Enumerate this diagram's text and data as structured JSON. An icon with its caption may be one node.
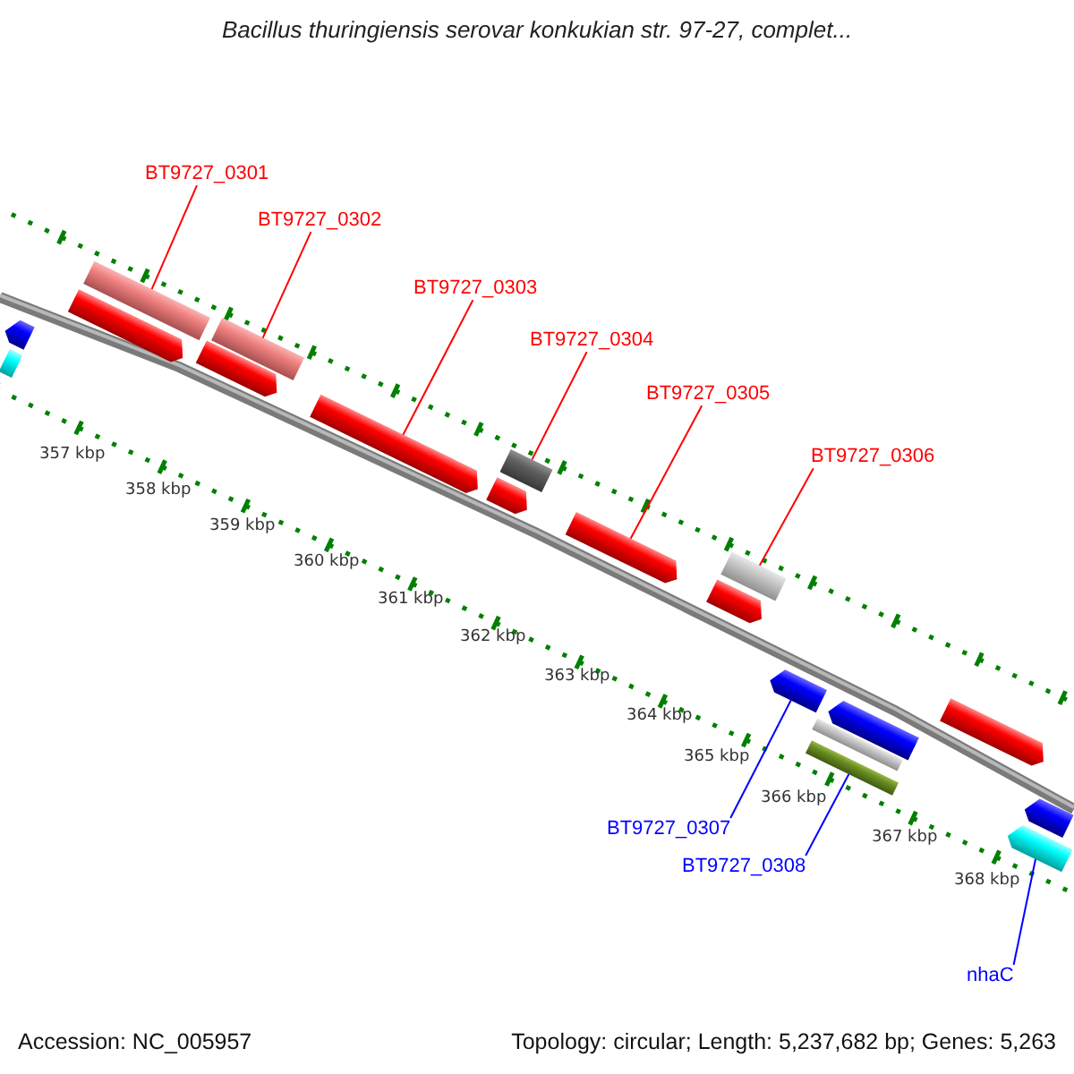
{
  "diagram": {
    "title": "Bacillus thuringiensis serovar konkukian str. 97-27, complet...",
    "nodes": [
      {
        "text": [
          "BT9727_0301"
        ]
      },
      {
        "text": [],
        "shape": "bar"
      },
      {
        "text": [
          "BT9727_0302"
        ]
      },
      {
        "text": [],
        "shape": "bar"
      },
      {
        "text": [
          "BT9727_0303"
        ]
      },
      {
        "text": [],
        "shape": "bar"
      },
      {
        "text": [
          "BT9727_0304"
        ]
      },
      {
        "text": [],
        "shape": "bar"
      },
      {
        "text": [
          "BT9727_0305"
        ]
      },
      {
        "text": [],
        "shape": "bar"
      },
      {
        "text": [
          "BT9727_0306"
        ]
      },
      {
        "text": [],
        "shape": "bar"
      },
      {
        "text": [
          "BT9727_0307"
        ]
      },
      {
        "text": [],
        "shape": "bar"
      },
      {
        "text": [
          "BT9727_0308"
        ]
      },
      {
        "text": [],
        "shape": "bar"
      },
      {
        "text": [
          "nhaC"
        ]
      },
      {
        "text": [],
        "shape": "bar"
      },
      {
        "text": [],
        "shape": "bar"
      },
      {
        "text": [],
        "shape": "bar"
      },
      {
        "text": [],
        "shape": "bar"
      },
      {
        "text": [],
        "shape": "bar"
      },
      {
        "text": [],
        "shape": "bar"
      },
      {
        "text": [],
        "shape": "bar"
      },
      {
        "text": [],
        "shape": "bar"
      },
      {
        "text": [],
        "shape": "bar"
      },
      {
        "text": [],
        "shape": "bar"
      },
      {
        "text": [],
        "shape": "bar"
      }
    ],
    "edges": [
      {
        "from": 0,
        "to": 1,
        "arrow": "none"
      },
      {
        "from": 2,
        "to": 3,
        "arrow": "none"
      },
      {
        "from": 4,
        "to": 5,
        "arrow": "none"
      },
      {
        "from": 6,
        "to": 7,
        "arrow": "none"
      },
      {
        "from": 8,
        "to": 9,
        "arrow": "none"
      },
      {
        "from": 10,
        "to": 11,
        "arrow": "none"
      },
      {
        "from": 12,
        "to": 13,
        "arrow": "none",
        "color": "#0000ff"
      },
      {
        "from": 14,
        "to": 15,
        "arrow": "none",
        "color": "#0000ff"
      },
      {
        "from": 16,
        "to": 17,
        "arrow": "none",
        "color": "#0000ff"
      }
    ],
    "labels": [
      "357 kbp",
      "358 kbp",
      "359 kbp",
      "360 kbp",
      "361 kbp",
      "362 kbp",
      "363 kbp",
      "364 kbp",
      "365 kbp",
      "366 kbp",
      "367 kbp",
      "368 kbp",
      "Accession: NC_005957",
      "Topology: circular; Length: 5,237,682 bp; Genes: 5,263"
    ]
  }
}
